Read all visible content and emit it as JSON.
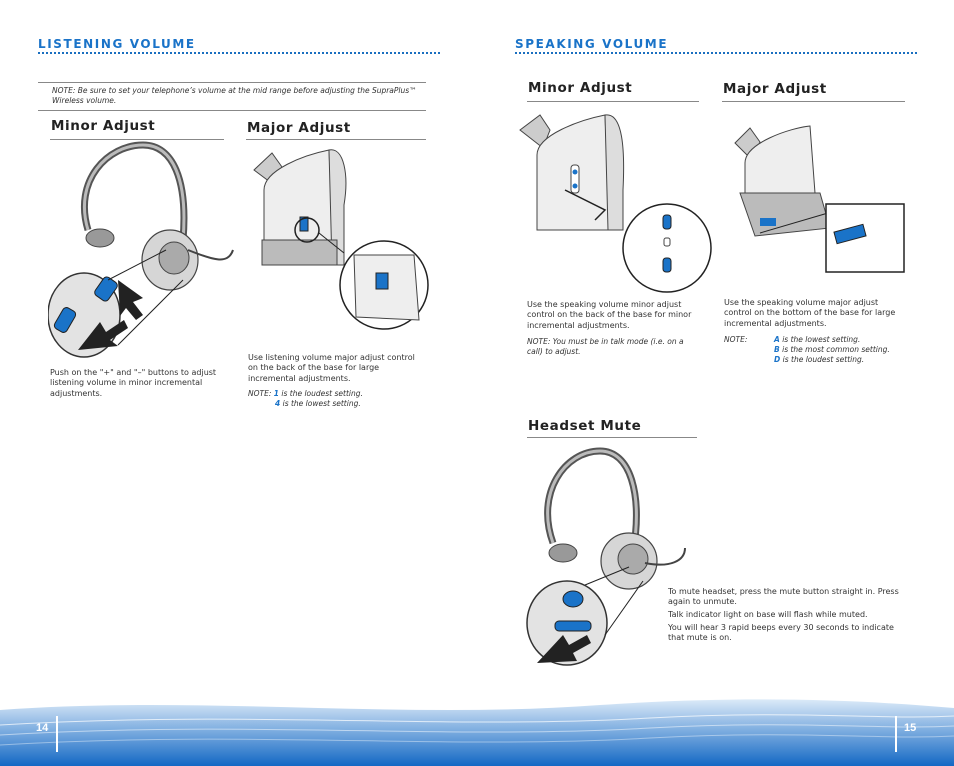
{
  "left": {
    "section_title": "Listening Volume",
    "note": "NOTE: Be sure to set your telephone’s volume at the mid range before adjusting the SupraPlus™ Wireless volume.",
    "minor": {
      "heading": "Minor Adjust",
      "text": "Push on the \"+\" and \"–\" buttons to adjust listening volume in minor incremental adjustments."
    },
    "major": {
      "heading": "Major Adjust",
      "text": "Use listening volume major adjust control on the back of the base for large incremental adjustments.",
      "note_label": "NOTE:",
      "note_1_key": "1",
      "note_1_text": "is the loudest setting.",
      "note_4_key": "4",
      "note_4_text": "is the lowest setting."
    },
    "page_number": "14"
  },
  "right": {
    "section_title": "Speaking Volume",
    "minor": {
      "heading": "Minor Adjust",
      "text": "Use the speaking volume minor adjust control on the back of the base for minor incremental adjustments.",
      "note": "NOTE: You must be in talk mode (i.e. on a call) to adjust."
    },
    "major": {
      "heading": "Major Adjust",
      "text": "Use the speaking volume major adjust control on the bottom of the base for large incremental adjustments.",
      "note_label": "NOTE:",
      "note_a_key": "A",
      "note_a_text": "is the lowest setting.",
      "note_b_key": "B",
      "note_b_text": "is the most common setting.",
      "note_d_key": "D",
      "note_d_text": "is the loudest setting."
    },
    "mute": {
      "heading": "Headset Mute",
      "p1": "To mute headset, press the mute button straight in. Press again to unmute.",
      "p2": "Talk indicator light on base will flash while muted.",
      "p3": "You will hear 3 rapid beeps every 30 seconds to indicate that mute is on."
    },
    "page_number": "15"
  },
  "colors": {
    "accent": "#1a73c8",
    "footer_dark": "#1267c4",
    "footer_light": "#dbeaf8"
  },
  "icons": [
    "headset-illustration",
    "base-illustration",
    "arrow-icon",
    "plus-button-icon",
    "minus-button-icon"
  ]
}
